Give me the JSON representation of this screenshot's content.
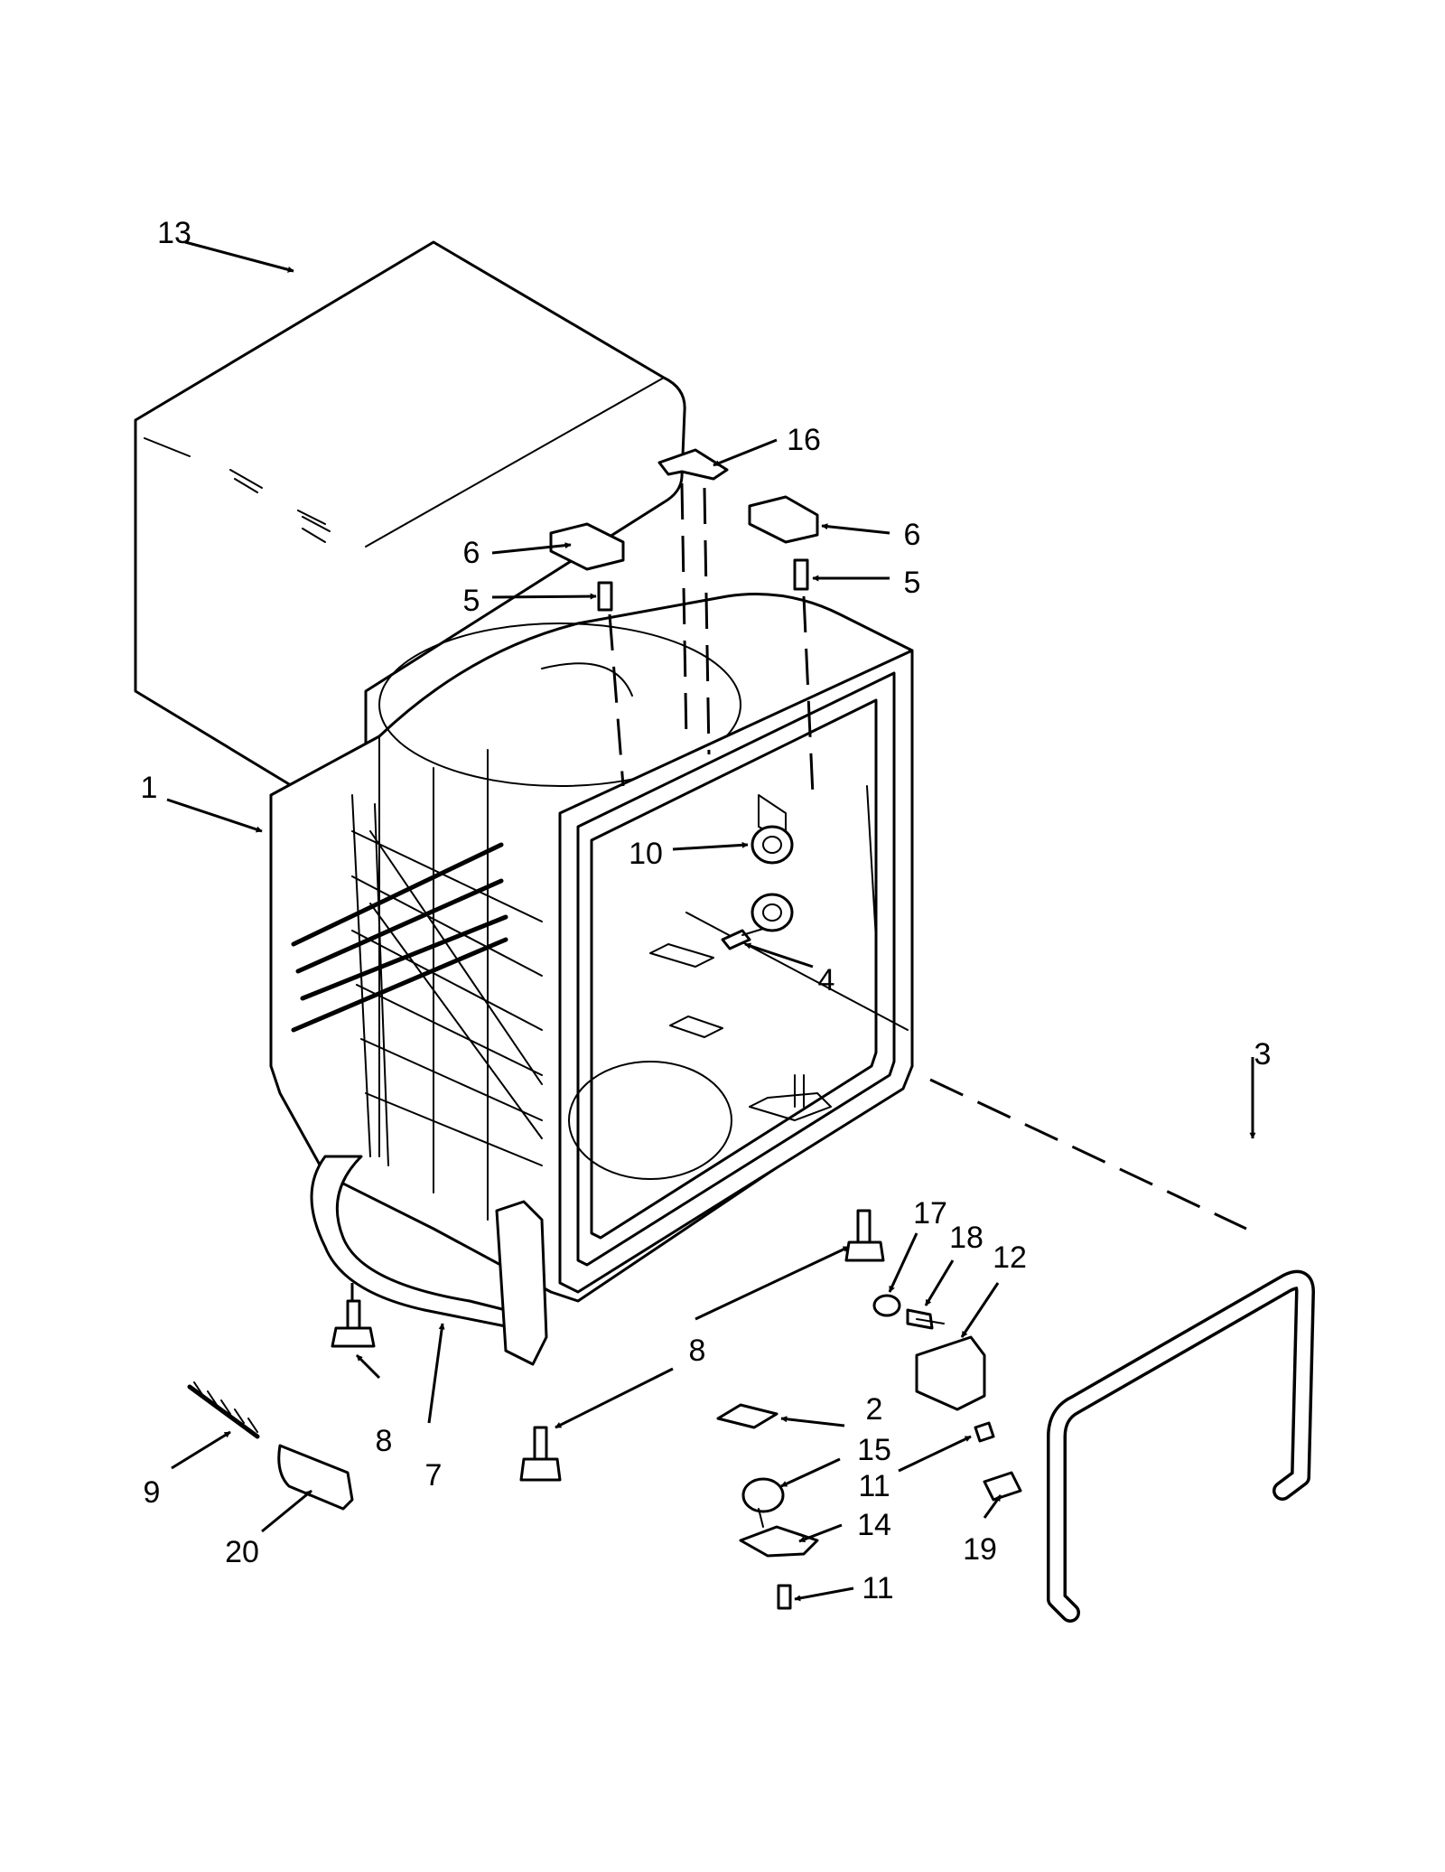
{
  "callouts": [
    {
      "id": "c13",
      "label": "13"
    },
    {
      "id": "c16",
      "label": "16"
    },
    {
      "id": "c6a",
      "label": "6"
    },
    {
      "id": "c5a",
      "label": "5"
    },
    {
      "id": "c6b",
      "label": "6"
    },
    {
      "id": "c5b",
      "label": "5"
    },
    {
      "id": "c1",
      "label": "1"
    },
    {
      "id": "c10",
      "label": "10"
    },
    {
      "id": "c4",
      "label": "4"
    },
    {
      "id": "c3",
      "label": "3"
    },
    {
      "id": "c17",
      "label": "17"
    },
    {
      "id": "c18",
      "label": "18"
    },
    {
      "id": "c12",
      "label": "12"
    },
    {
      "id": "c8a",
      "label": "8"
    },
    {
      "id": "c8b",
      "label": "8"
    },
    {
      "id": "c7",
      "label": "7"
    },
    {
      "id": "c2",
      "label": "2"
    },
    {
      "id": "c15",
      "label": "15"
    },
    {
      "id": "c11a",
      "label": "11"
    },
    {
      "id": "c14",
      "label": "14"
    },
    {
      "id": "c11b",
      "label": "11"
    },
    {
      "id": "c19",
      "label": "19"
    },
    {
      "id": "c9",
      "label": "9"
    },
    {
      "id": "c20",
      "label": "20"
    }
  ]
}
